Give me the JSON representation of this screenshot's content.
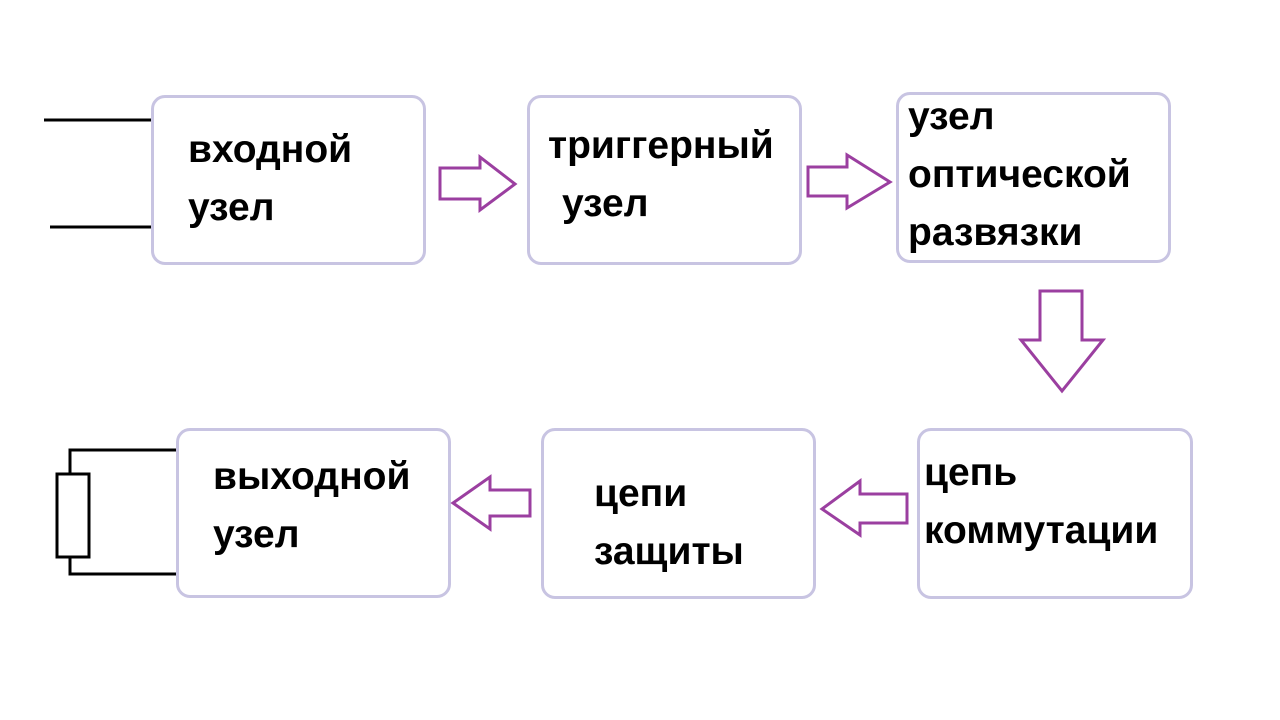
{
  "blocks": {
    "input_node": {
      "lines": [
        "входной",
        "узел"
      ]
    },
    "trigger_node": {
      "lines": [
        "триггерный",
        "узел"
      ]
    },
    "optical_isolation_node": {
      "lines": [
        "узел",
        "оптической",
        "развязки"
      ]
    },
    "switching_circuit": {
      "lines": [
        "цепь",
        "коммутации"
      ]
    },
    "protection_circuits": {
      "lines": [
        "цепи",
        "защиты"
      ]
    },
    "output_node": {
      "lines": [
        "выходной",
        "узел"
      ]
    }
  },
  "colors": {
    "block_border": "#c8c4e2",
    "arrow_stroke": "#9b3fa0",
    "wire": "#000000",
    "text": "#000000"
  }
}
